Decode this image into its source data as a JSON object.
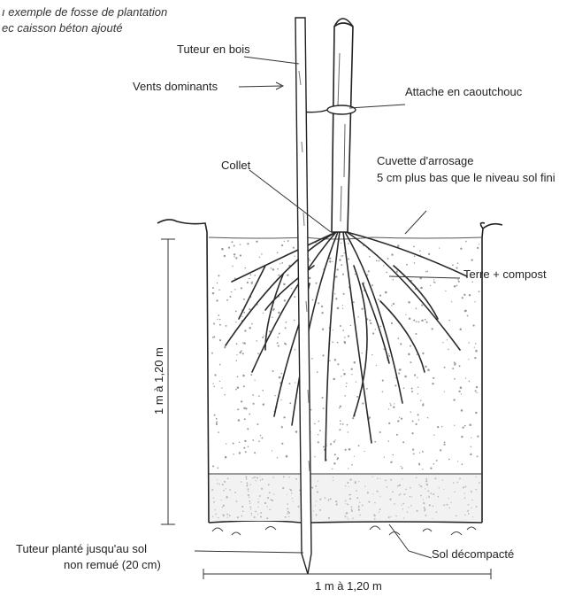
{
  "caption": {
    "line1": "ı exemple de fosse de plantation",
    "line2": "ec caisson béton ajouté"
  },
  "labels": {
    "tuteur_bois": "Tuteur en bois",
    "vents": "Vents dominants",
    "attache": "Attache en caoutchouc",
    "collet": "Collet",
    "cuvette_1": "Cuvette d'arrosage",
    "cuvette_2": "5 cm plus bas que le niveau sol fini",
    "terre": "Terre + compost",
    "hauteur": "1 m à 1,20 m",
    "tuteur_plante_1": "Tuteur planté jusqu'au sol",
    "tuteur_plante_2": "non remué (20 cm)",
    "sol": "Sol décompacté",
    "largeur": "1 m à 1,20 m"
  },
  "colors": {
    "ink": "#222222",
    "soil_dots": "#9a9a9a",
    "layer_hatch": "#bdbdbd"
  }
}
